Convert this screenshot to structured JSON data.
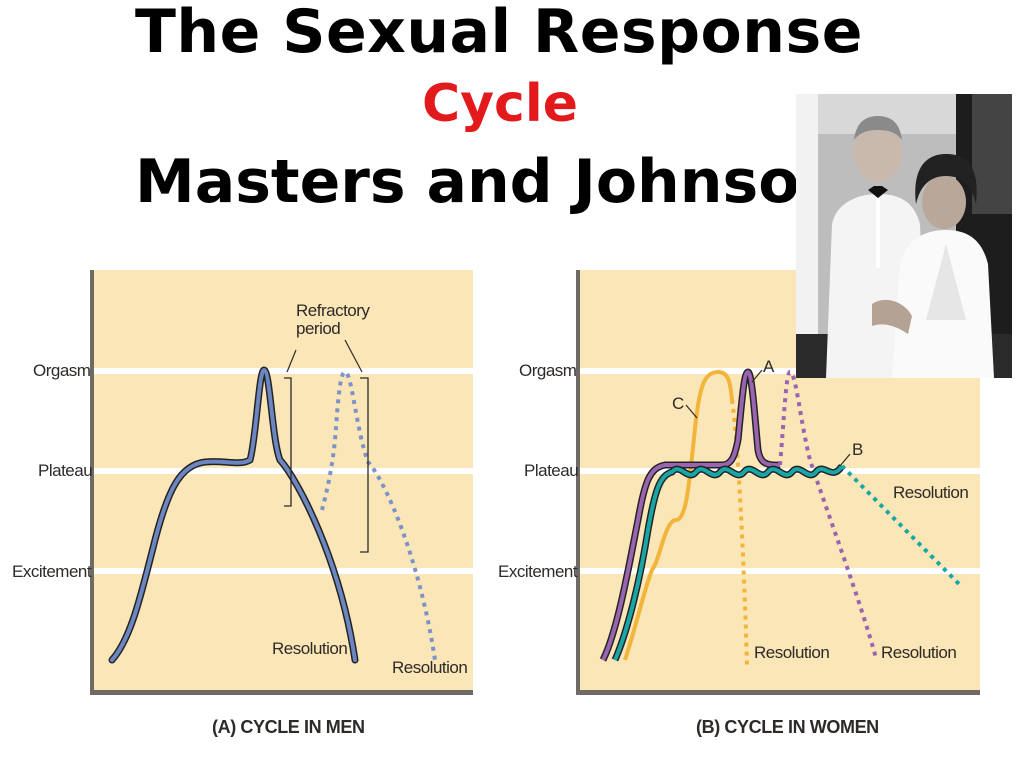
{
  "title": {
    "line1": "The Sexual Response",
    "line2": "Cycle",
    "line3": "Masters and Johnson",
    "accent_color": "#e31a1c"
  },
  "levels": [
    "Orgasm",
    "Plateau",
    "Excitement"
  ],
  "men_panel": {
    "caption": "(A) CYCLE IN MEN",
    "refractory_label": "Refractory period",
    "resolution_solid": "Resolution",
    "resolution_dashed": "Resolution",
    "solid_color": "#6b86c0",
    "dashed_color": "#7d93c8"
  },
  "women_panel": {
    "caption": "(B) CYCLE IN WOMEN",
    "curve_labels": [
      "A",
      "B",
      "C"
    ],
    "resolution_a": "Resolution",
    "resolution_b": "Resolution",
    "resolution_c": "Resolution",
    "colors": {
      "a": "#9b64b0",
      "b": "#1aa6a6",
      "c": "#f2b43a"
    }
  },
  "photo": {
    "icons": [
      "portrait-photo-icon"
    ]
  }
}
